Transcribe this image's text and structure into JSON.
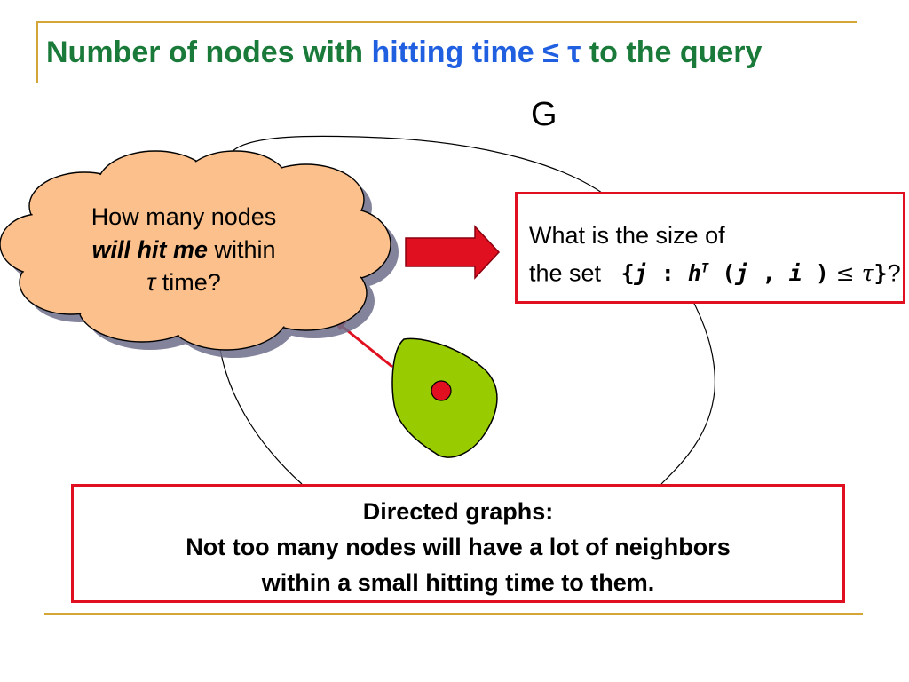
{
  "slide": {
    "title": {
      "part1": "Number of nodes with ",
      "part2": "hitting time ≤ τ",
      "part3": " to the query"
    },
    "graph_label": "G",
    "cloud": {
      "line1": "How many nodes",
      "line2_em": "will hit me",
      "line2_rest": " within",
      "line3_tau": "τ",
      "line3_rest": " time?"
    },
    "set_box": {
      "line1": "What is the size of",
      "line2_prefix": "the set",
      "brace_open": "{",
      "j": "j",
      "colon": " : ",
      "h": "h",
      "h_sup": "T",
      "paren_open": " (",
      "j2": "j",
      "comma": " , ",
      "i": "i",
      "paren_close": " )",
      "leq": " ≤ ",
      "tau": "τ",
      "brace_close": "}",
      "qmark": "?"
    },
    "directed": {
      "line1": "Directed graphs:",
      "line2": "Not too many nodes will have a lot of neighbors",
      "line3": "within a small hitting time to them."
    },
    "colors": {
      "title_green": "#1a7a3a",
      "title_blue": "#1f5fe0",
      "cloud_fill": "#fbc08b",
      "leaf_fill": "#99cc00",
      "accent_red": "#e01020",
      "rule_gold": "#d4a537"
    }
  }
}
